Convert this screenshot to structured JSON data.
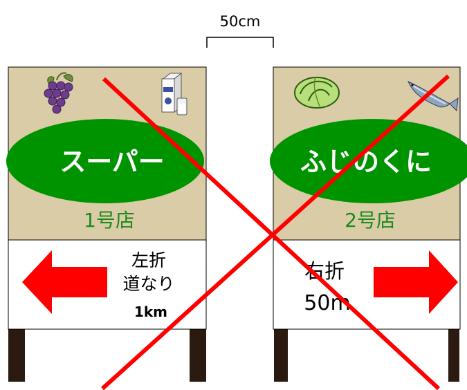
{
  "gap_label": "50cm",
  "left_sign": {
    "store_name": "スーパー",
    "branch": "1号店",
    "direction_line1": "左折",
    "direction_line2": "道なり",
    "distance": "1km",
    "arrow": "left-arrow",
    "icons": [
      "grapes-icon",
      "milk-carton-icon"
    ]
  },
  "right_sign": {
    "store_name": "ふじのくに",
    "branch": "2号店",
    "direction_line1": "右折",
    "distance": "50m",
    "arrow": "right-arrow",
    "icons": [
      "cabbage-icon",
      "fish-icon"
    ]
  },
  "colors": {
    "sign_top": "#D9CCA6",
    "oval": "#009300",
    "branch_text": "#1C8A1C",
    "arrow": "#FF0000",
    "cross": "#FF0000",
    "post": "#2B1A0F"
  }
}
